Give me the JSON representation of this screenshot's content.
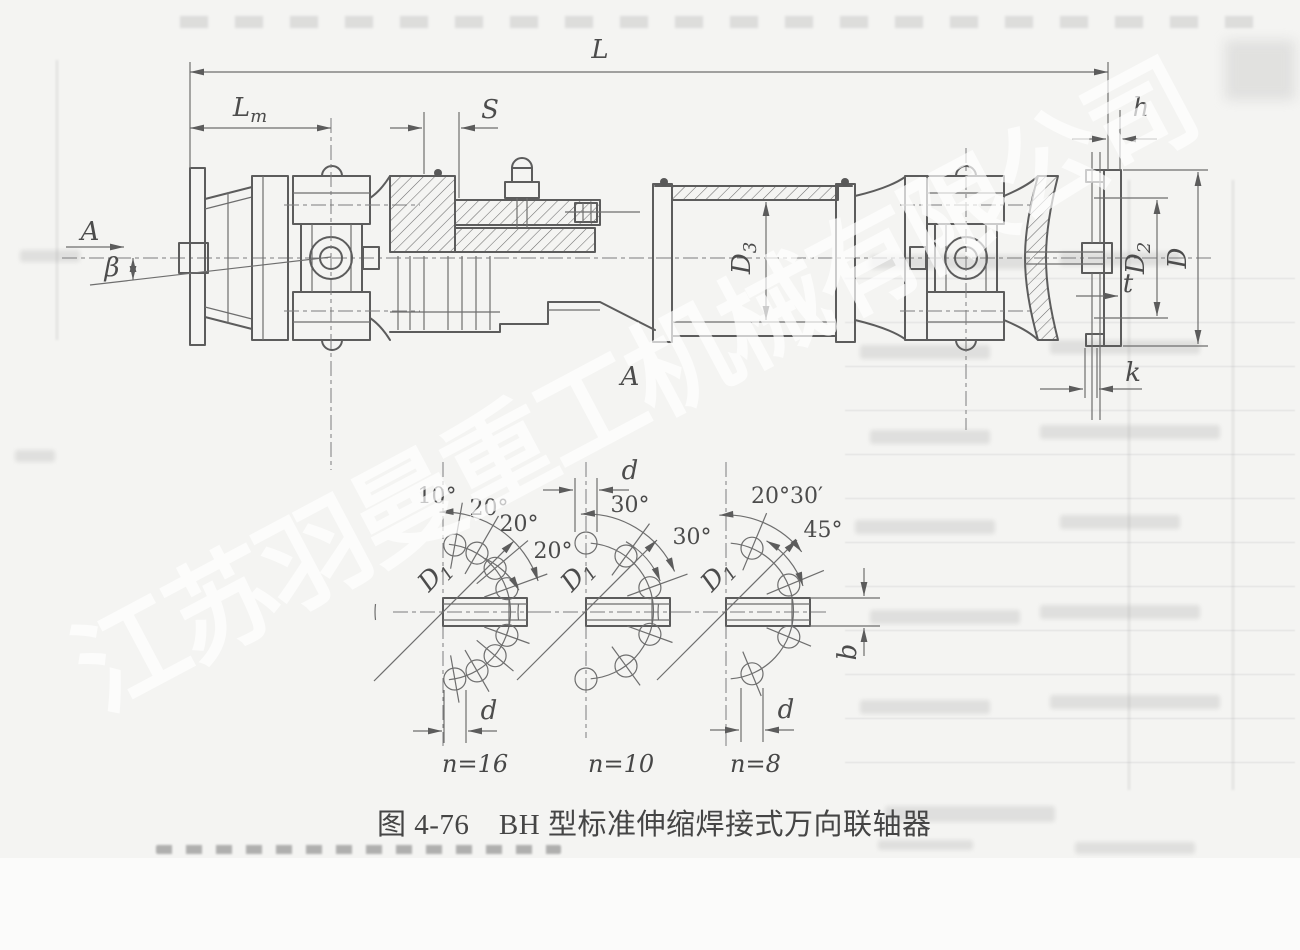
{
  "page": {
    "watermark": "江苏羽曼重工机械有限公司",
    "caption": "图 4-76　BH 型标准伸缩焊接式万向联轴器"
  },
  "dims": {
    "L": "L",
    "Lm_base": "L",
    "Lm_sub": "m",
    "S": "S",
    "h": "h",
    "D3_base": "D",
    "D3_sub": "3",
    "D2_base": "D",
    "D2_sub": "2",
    "D": "D",
    "t": "t",
    "k": "k",
    "beta": "β",
    "view_arrow": "A",
    "section_view": "A"
  },
  "views": [
    {
      "count": "n=16",
      "angles": [
        "10°",
        "20°",
        "20°",
        "20°"
      ],
      "D1_base": "D",
      "D1_sub": "1",
      "d": "d"
    },
    {
      "count": "n=10",
      "angles": [
        "30°",
        "30°"
      ],
      "D1_base": "D",
      "D1_sub": "1",
      "d": "d"
    },
    {
      "count": "n=8",
      "angles": [
        "20°30′",
        "45°"
      ],
      "D1_base": "D",
      "D1_sub": "1",
      "d": "d",
      "b": "b"
    }
  ]
}
